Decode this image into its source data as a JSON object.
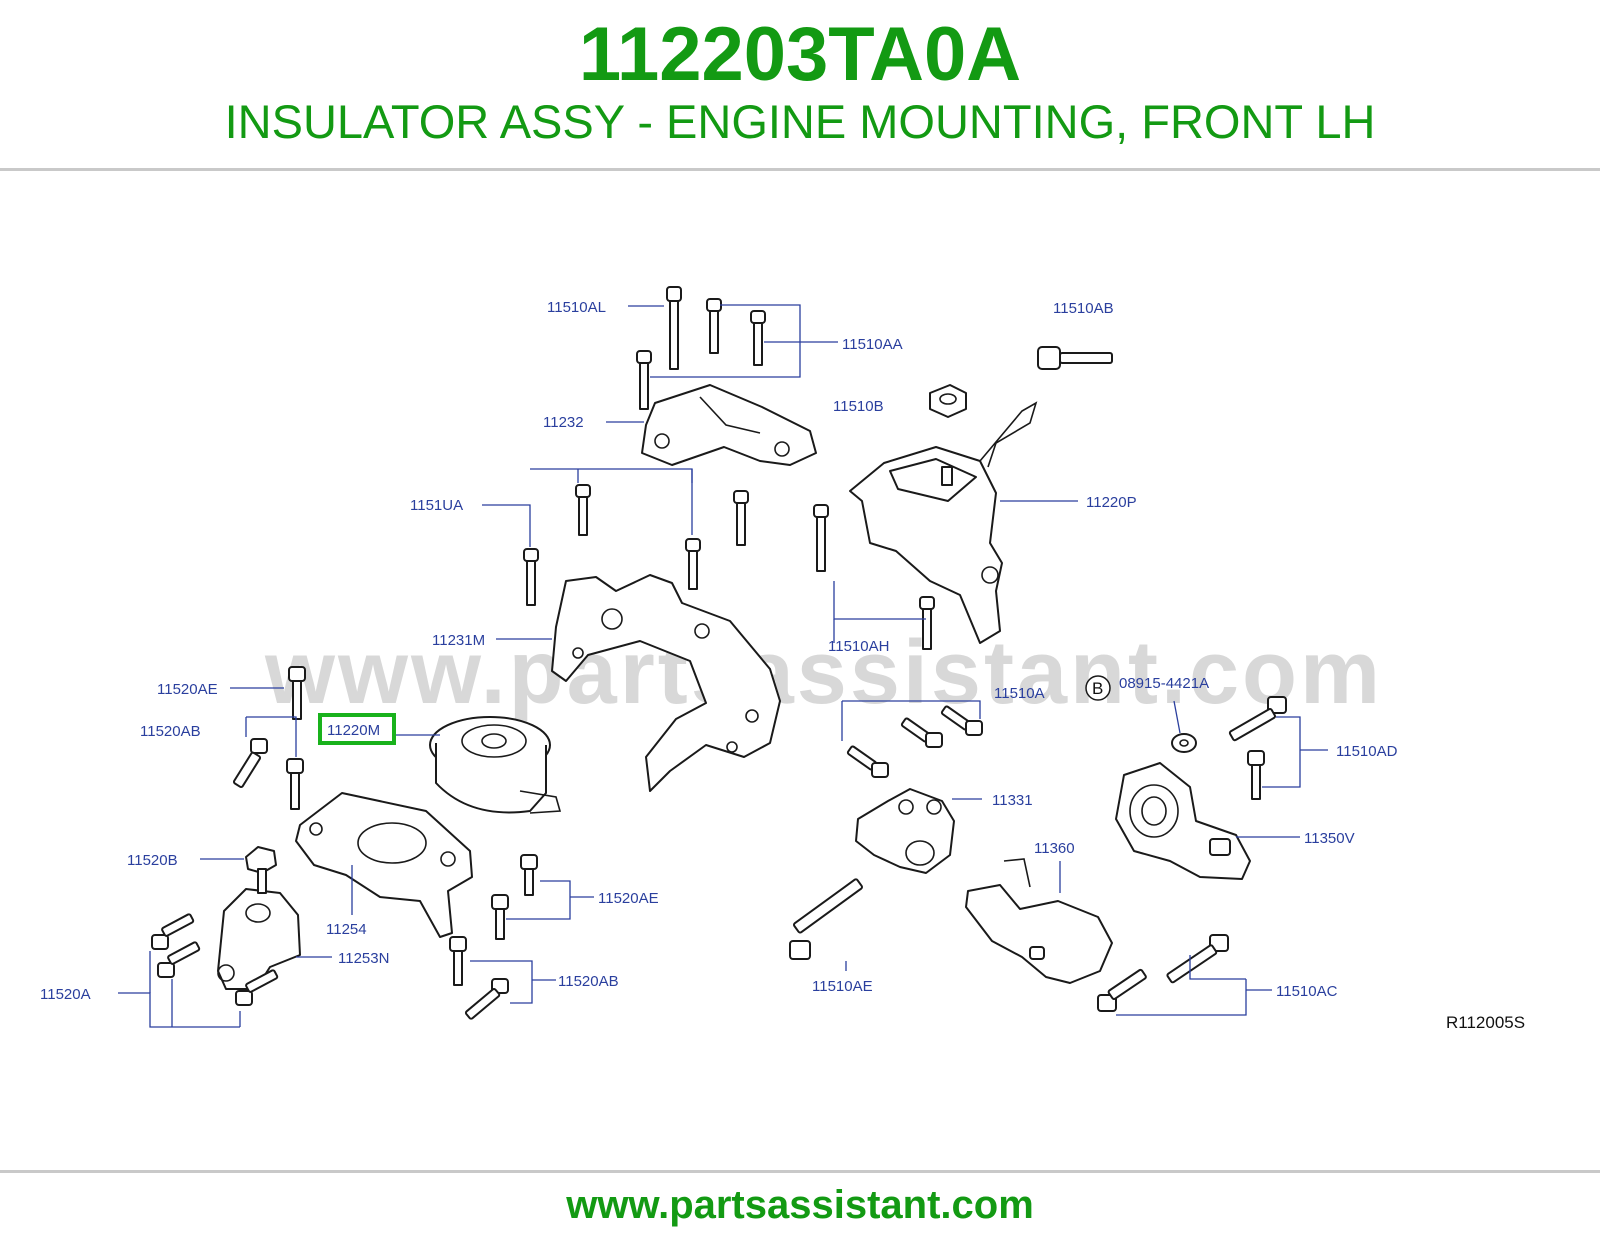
{
  "header": {
    "part_number": "112203TA0A",
    "description": "INSULATOR ASSY - ENGINE MOUNTING, FRONT LH"
  },
  "diagram": {
    "watermark": "www.partsassistant.com",
    "reference_code": "R112005S",
    "highlighted_callout": "11220M",
    "callouts": {
      "c_11510AL": "11510AL",
      "c_11510AA": "11510AA",
      "c_11510AB": "11510AB",
      "c_11510B": "11510B",
      "c_11232": "11232",
      "c_1151UA": "1151UA",
      "c_11220P": "11220P",
      "c_11231M": "11231M",
      "c_11510AH": "11510AH",
      "c_11520AE_top": "11520AE",
      "c_11220M": "11220M",
      "c_11520AB_top": "11520AB",
      "c_11510A": "11510A",
      "c_b_marker": "B",
      "c_08915_4421A": "08915-4421A",
      "c_11510AD": "11510AD",
      "c_11331": "11331",
      "c_11350V": "11350V",
      "c_11520B": "11520B",
      "c_11360": "11360",
      "c_11520AE_bottom": "11520AE",
      "c_11254": "11254",
      "c_11253N": "11253N",
      "c_11520A": "11520A",
      "c_11520AB_bottom": "11520AB",
      "c_11510AE": "11510AE",
      "c_11510AC": "11510AC"
    }
  },
  "footer": {
    "site": "www.partsassistant.com"
  },
  "colors": {
    "brand_green": "#139a13",
    "callout_blue": "#2a3f9e",
    "highlight_green": "#19b21c"
  }
}
